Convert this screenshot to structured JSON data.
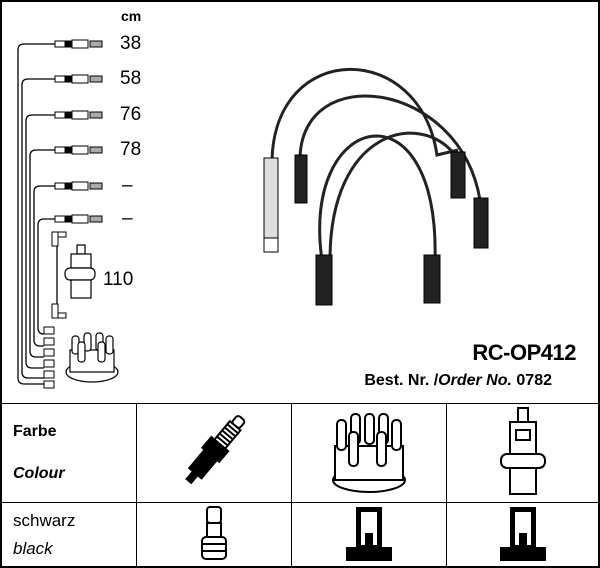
{
  "unit_label": "cm",
  "lengths": [
    "38",
    "58",
    "76",
    "78",
    "–",
    "–"
  ],
  "coil_length": "110",
  "product": {
    "code": "RC-OP412",
    "order_prefix": "Best. Nr. /",
    "order_label": "Order No.",
    "order_number": "0782"
  },
  "table": {
    "farbe": "Farbe",
    "colour": "Colour",
    "color_de": "schwarz",
    "color_en": "black"
  }
}
